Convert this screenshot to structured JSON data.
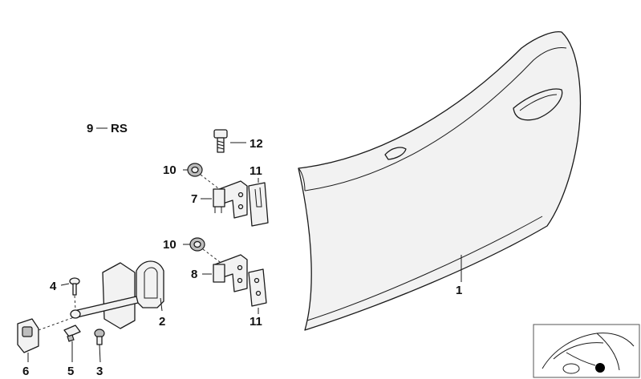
{
  "callouts": {
    "c1": "1",
    "c2": "2",
    "c3": "3",
    "c4": "4",
    "c5": "5",
    "c6": "6",
    "c7": "7",
    "c8": "8",
    "c9": "9",
    "c9_suffix": "RS",
    "c10_upper": "10",
    "c10_lower": "10",
    "c11_upper": "11",
    "c11_lower": "11",
    "c12": "12"
  },
  "icons": {
    "door": "door-panel-icon",
    "vehicle": "car-thumbnail-icon"
  }
}
